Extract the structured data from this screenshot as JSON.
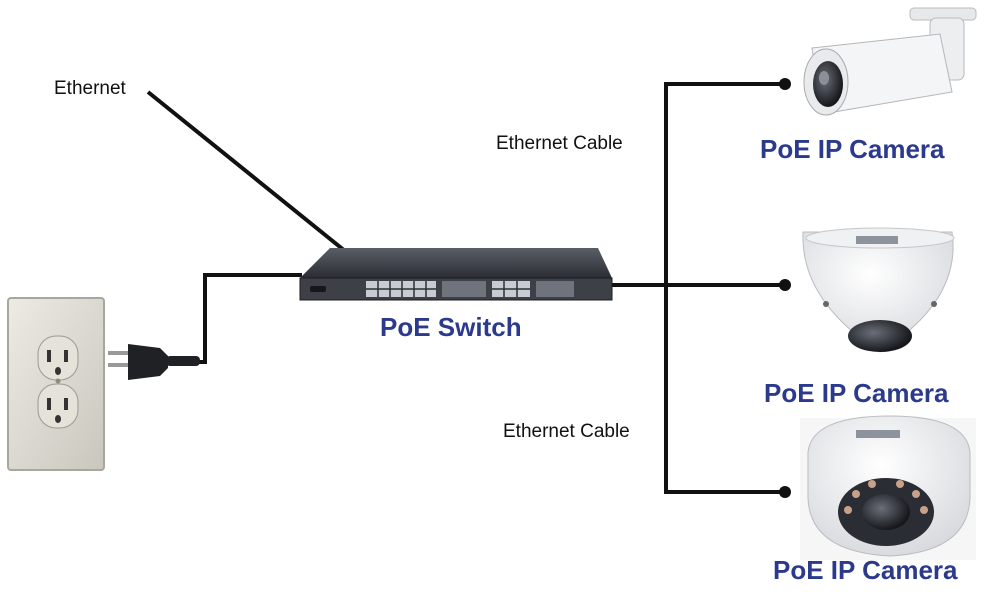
{
  "labels": {
    "ethernet": "Ethernet",
    "ethernet_cable_top": "Ethernet Cable",
    "ethernet_cable_bottom": "Ethernet Cable",
    "switch": "PoE Switch",
    "camera_1": "PoE IP Camera",
    "camera_2": "PoE IP Camera",
    "camera_3": "PoE IP Camera"
  },
  "colors": {
    "caption": "#2b3a8c",
    "line": "#111111"
  },
  "icons": [
    "wall-outlet-icon",
    "power-plug-icon",
    "poe-switch-icon",
    "bullet-camera-icon",
    "fisheye-dome-camera-icon",
    "dome-camera-icon"
  ]
}
